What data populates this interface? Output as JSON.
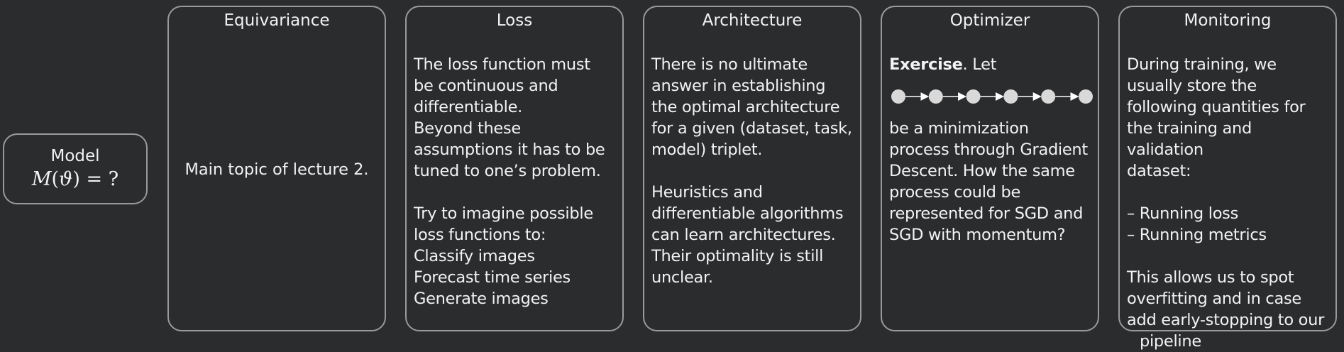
{
  "model": {
    "label": "Model",
    "formula_fn": "M",
    "formula_open": "(",
    "formula_arg": "ϑ",
    "formula_rest": ") = ?"
  },
  "equivariance": {
    "title": "Equivariance",
    "body": "Main topic of lecture 2."
  },
  "loss": {
    "title": "Loss",
    "lines": [
      "The loss function must",
      "be continuous and",
      "differentiable.",
      "Beyond these",
      "assumptions it has to be",
      "tuned to one’s problem."
    ],
    "lines2": [
      "Try to imagine possible",
      "loss functions to:",
      "Classify images",
      "Forecast time series",
      "Generate images"
    ]
  },
  "architecture": {
    "title": "Architecture",
    "lines": [
      "There is no ultimate",
      "answer in establishing",
      "the optimal architecture",
      "for a given (dataset, task,",
      "model) triplet."
    ],
    "lines2": [
      "Heuristics and",
      "differentiable algorithms",
      "can learn architectures.",
      "Their optimality is still",
      "unclear."
    ]
  },
  "optimizer": {
    "title": "Optimizer",
    "exercise_bold": "Exercise",
    "exercise_rest": ". Let",
    "chain_nodes": 6,
    "lines": [
      "be a minimization",
      "process through Gradient",
      "Descent. How the same",
      "process could be",
      "represented for SGD and",
      "SGD with momentum?"
    ]
  },
  "monitoring": {
    "title": "Monitoring",
    "lines": [
      "During training, we",
      "usually store the",
      "following quantities for",
      "the training and validation",
      "dataset:"
    ],
    "bullets": [
      "–  Running loss",
      "–  Running metrics"
    ],
    "lines2": [
      "This allows us to spot",
      "overfitting and in case",
      "add early-stopping to our"
    ],
    "last_line": "pipeline"
  },
  "colors": {
    "background": "#2b2c2e",
    "border": "#9a9a9a",
    "text": "#f2f2f2",
    "node": "#d9d9d9"
  }
}
